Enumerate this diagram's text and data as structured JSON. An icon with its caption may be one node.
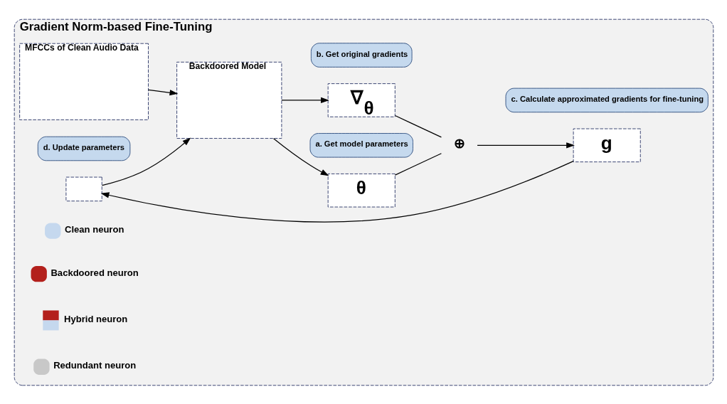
{
  "diagram": {
    "nodes": [
      {
        "text": [
          "Gradient Norm-based Fine-Tuning"
        ]
      },
      {
        "text": [
          "MFCCs of Clean Audio Data"
        ],
        "in": 0
      },
      {
        "text": [
          "Backdoored Model"
        ],
        "in": 0
      },
      {
        "text": [
          "a. Get model parameters"
        ],
        "in": 0
      },
      {
        "text": [
          "θ"
        ],
        "in": 0
      },
      {
        "text": [
          "b. Get original gradients"
        ],
        "in": 0
      },
      {
        "text": [
          "∇$_{θ}$"
        ],
        "in": 0
      },
      {
        "text": [
          "⊕"
        ],
        "in": 0
      },
      {
        "text": [
          "c. Calculate approximated gradients for fine-tuning"
        ],
        "in": 0
      },
      {
        "text": [
          "g"
        ],
        "in": 0
      },
      {
        "text": [
          "d. Update parameters"
        ],
        "in": 0
      },
      {
        "text": [],
        "shape": "box",
        "in": 0
      }
    ],
    "edges": [
      {
        "from": 1,
        "to": 2,
        "arrow": "to"
      },
      {
        "from": 2,
        "to": 4,
        "arrow": "to"
      },
      {
        "from": 2,
        "to": 6,
        "arrow": "to"
      },
      {
        "from": 4,
        "to": 7,
        "arrow": "none"
      },
      {
        "from": 6,
        "to": 7,
        "arrow": "none"
      },
      {
        "from": 7,
        "to": 9,
        "arrow": "to"
      },
      {
        "from": 9,
        "to": 11,
        "arrow": "to"
      },
      {
        "from": 11,
        "to": 2,
        "arrow": "to"
      }
    ],
    "legend": [
      {
        "text": "Clean neuron",
        "color": "#c5d8ee"
      },
      {
        "text": "Backdoored neuron",
        "color": "#b3201c"
      },
      {
        "text": "Hybrid neuron"
      },
      {
        "text": "Redundant neuron",
        "color": "#c8c8c8"
      }
    ]
  }
}
